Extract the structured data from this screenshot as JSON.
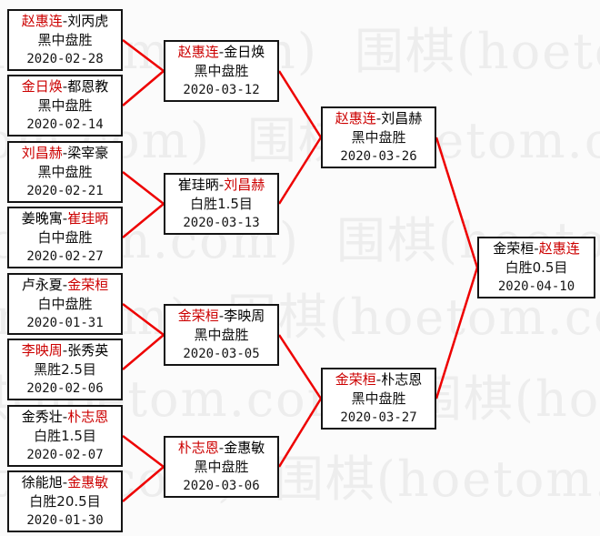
{
  "watermark": {
    "text": "围棋(hoetom.com)",
    "color": "#ededed"
  },
  "colors": {
    "line": "#ee0000",
    "winner": "#cc0000",
    "loser": "#000000"
  },
  "bracket": {
    "separator": "-",
    "round_of_16": [
      {
        "p1": "赵惠连",
        "p1_color": "#cc0000",
        "p2": "刘丙虎",
        "p2_color": "#000000",
        "result": "黑中盘胜",
        "date": "2020-02-28"
      },
      {
        "p1": "金日焕",
        "p1_color": "#cc0000",
        "p2": "都恩教",
        "p2_color": "#000000",
        "result": "黑中盘胜",
        "date": "2020-02-14"
      },
      {
        "p1": "刘昌赫",
        "p1_color": "#cc0000",
        "p2": "梁宰豪",
        "p2_color": "#000000",
        "result": "黑中盘胜",
        "date": "2020-02-21"
      },
      {
        "p1": "姜晚寓",
        "p1_color": "#000000",
        "p2": "崔珪昞",
        "p2_color": "#cc0000",
        "result": "白中盘胜",
        "date": "2020-02-27"
      },
      {
        "p1": "卢永夏",
        "p1_color": "#000000",
        "p2": "金荣桓",
        "p2_color": "#cc0000",
        "result": "白中盘胜",
        "date": "2020-01-31"
      },
      {
        "p1": "李映周",
        "p1_color": "#cc0000",
        "p2": "张秀英",
        "p2_color": "#000000",
        "result": "黑胜2.5目",
        "date": "2020-02-06"
      },
      {
        "p1": "金秀壮",
        "p1_color": "#000000",
        "p2": "朴志恩",
        "p2_color": "#cc0000",
        "result": "白胜1.5目",
        "date": "2020-02-07"
      },
      {
        "p1": "徐能旭",
        "p1_color": "#000000",
        "p2": "金惠敏",
        "p2_color": "#cc0000",
        "result": "白胜20.5目",
        "date": "2020-01-30"
      }
    ],
    "quarterfinals": [
      {
        "p1": "赵惠连",
        "p1_color": "#cc0000",
        "p2": "金日焕",
        "p2_color": "#000000",
        "result": "黑中盘胜",
        "date": "2020-03-12"
      },
      {
        "p1": "崔珪昞",
        "p1_color": "#000000",
        "p2": "刘昌赫",
        "p2_color": "#cc0000",
        "result": "白胜1.5目",
        "date": "2020-03-13"
      },
      {
        "p1": "金荣桓",
        "p1_color": "#cc0000",
        "p2": "李映周",
        "p2_color": "#000000",
        "result": "黑中盘胜",
        "date": "2020-03-05"
      },
      {
        "p1": "朴志恩",
        "p1_color": "#cc0000",
        "p2": "金惠敏",
        "p2_color": "#000000",
        "result": "黑中盘胜",
        "date": "2020-03-06"
      }
    ],
    "semifinals": [
      {
        "p1": "赵惠连",
        "p1_color": "#cc0000",
        "p2": "刘昌赫",
        "p2_color": "#000000",
        "result": "黑中盘胜",
        "date": "2020-03-26"
      },
      {
        "p1": "金荣桓",
        "p1_color": "#cc0000",
        "p2": "朴志恩",
        "p2_color": "#000000",
        "result": "黑中盘胜",
        "date": "2020-03-27"
      }
    ],
    "final": [
      {
        "p1": "金荣桓",
        "p1_color": "#000000",
        "p2": "赵惠连",
        "p2_color": "#cc0000",
        "result": "白胜0.5目",
        "date": "2020-04-10"
      }
    ]
  }
}
